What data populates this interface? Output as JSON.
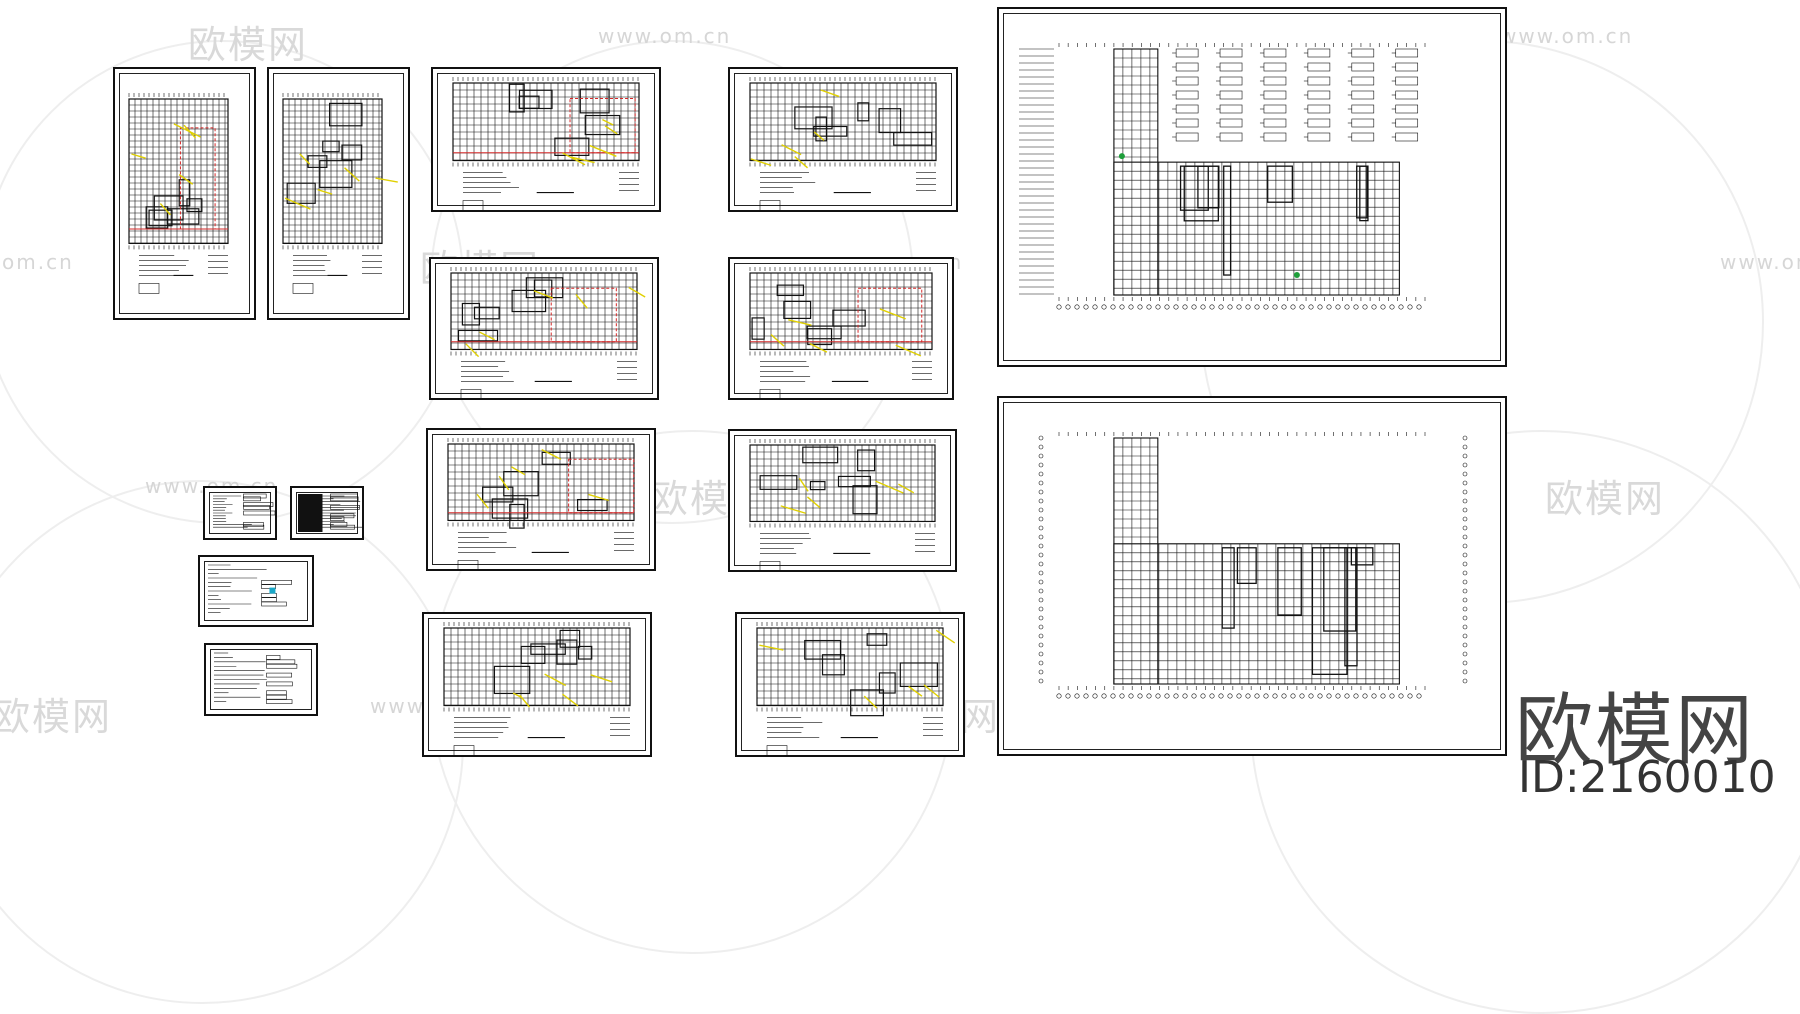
{
  "watermark": {
    "logo_text": "欧模网",
    "url_text": "www.om.cn",
    "url_text_short": "om.cn"
  },
  "brand": {
    "name": "欧模网",
    "id_label": "ID:2160010"
  },
  "colors": {
    "line": "#111111",
    "red": "#d62828",
    "yellow": "#e0d000",
    "green": "#1e9e3a",
    "cyan": "#1aa7c7",
    "watermark": "#d9d9d9"
  },
  "sheets": [
    {
      "id": "tall-left-1",
      "style": "tall-red"
    },
    {
      "id": "tall-left-2",
      "style": "tall"
    },
    {
      "id": "plan-r1c1",
      "style": "plan-red"
    },
    {
      "id": "plan-r1c2",
      "style": "plan"
    },
    {
      "id": "plan-r2c1",
      "style": "plan-red"
    },
    {
      "id": "plan-r2c2",
      "style": "plan-red"
    },
    {
      "id": "plan-r3c1",
      "style": "plan-red"
    },
    {
      "id": "plan-r3c2",
      "style": "plan"
    },
    {
      "id": "plan-r4c1",
      "style": "plan"
    },
    {
      "id": "plan-r4c2",
      "style": "plan"
    },
    {
      "id": "legend-1",
      "style": "legend"
    },
    {
      "id": "legend-2",
      "style": "legend-dark"
    },
    {
      "id": "legend-3",
      "style": "legend"
    },
    {
      "id": "legend-4",
      "style": "legend"
    },
    {
      "id": "big-top",
      "style": "big-top"
    },
    {
      "id": "big-bottom",
      "style": "big-bottom"
    }
  ]
}
